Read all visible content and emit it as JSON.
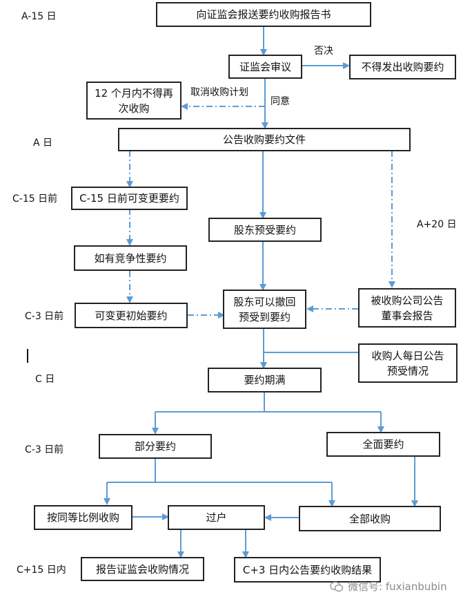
{
  "nodes": {
    "report": "向证监会报送要约收购报告书",
    "review": "证监会审议",
    "noissue": "不得发出收购要约",
    "twelve_l1": "12 个月内不得再",
    "twelve_l2": "次收购",
    "announce": "公告收购要约文件",
    "change15": "C-15 日前可变更要约",
    "compete": "如有竞争性要约",
    "changeinit": "可变更初始要约",
    "presell": "股东预受要约",
    "withdraw_l1": "股东可以撤回",
    "withdraw_l2": "预受到要约",
    "board_l1": "被收购公司公告",
    "board_l2": "董事会报告",
    "daily_l1": "收购人每日公告",
    "daily_l2": "预受情况",
    "expire": "要约期满",
    "partial": "部分要约",
    "full": "全面要约",
    "prorata": "按同等比例收购",
    "transfer": "过户",
    "all": "全部收购",
    "reportcsrc": "报告证监会收购情况",
    "result": "C+3 日内公告要约收购结果"
  },
  "labels": {
    "a15": "A-15 日",
    "a": "A 日",
    "c15": "C-15 日前",
    "a20": "A+20 日",
    "c3a": "C-3 日前",
    "c": "C 日",
    "c3b": "C-3 日前",
    "c15in": "C+15 日内",
    "reject": "否决",
    "cancel": "取消收购计划",
    "agree": "同意"
  },
  "watermark": "微信号: fuxianbubin",
  "colors": {
    "arrow": "#5b9bd5",
    "border": "#222222"
  }
}
